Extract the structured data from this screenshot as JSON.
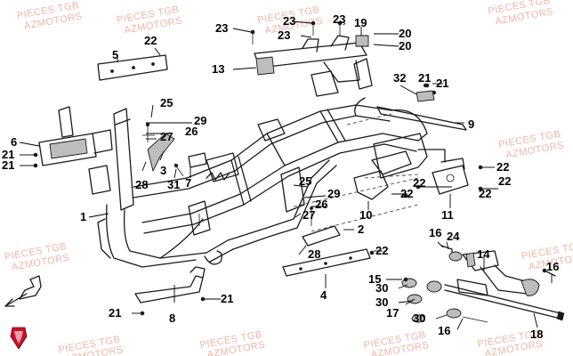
{
  "watermark": {
    "line1": "PIECES TGB",
    "line2": "AZMOTORS",
    "color": "#f2b4a6"
  },
  "brand_color": "#c8102e",
  "labels": [
    {
      "id": "1",
      "text": "1"
    },
    {
      "id": "2",
      "text": "2"
    },
    {
      "id": "3",
      "text": "3"
    },
    {
      "id": "4",
      "text": "4"
    },
    {
      "id": "5",
      "text": "5"
    },
    {
      "id": "6",
      "text": "6"
    },
    {
      "id": "7",
      "text": "7"
    },
    {
      "id": "8",
      "text": "8"
    },
    {
      "id": "9",
      "text": "9"
    },
    {
      "id": "10",
      "text": "10"
    },
    {
      "id": "11",
      "text": "11"
    },
    {
      "id": "13",
      "text": "13"
    },
    {
      "id": "14",
      "text": "14"
    },
    {
      "id": "15",
      "text": "15"
    },
    {
      "id": "16",
      "text": "16"
    },
    {
      "id": "17",
      "text": "17"
    },
    {
      "id": "18",
      "text": "18"
    },
    {
      "id": "19",
      "text": "19"
    },
    {
      "id": "20",
      "text": "20"
    },
    {
      "id": "21",
      "text": "21"
    },
    {
      "id": "22",
      "text": "22"
    },
    {
      "id": "23",
      "text": "23"
    },
    {
      "id": "24",
      "text": "24"
    },
    {
      "id": "25",
      "text": "25"
    },
    {
      "id": "26",
      "text": "26"
    },
    {
      "id": "27",
      "text": "27"
    },
    {
      "id": "28",
      "text": "28"
    },
    {
      "id": "29",
      "text": "29"
    },
    {
      "id": "30",
      "text": "30"
    },
    {
      "id": "31",
      "text": "31"
    },
    {
      "id": "32",
      "text": "32"
    }
  ]
}
